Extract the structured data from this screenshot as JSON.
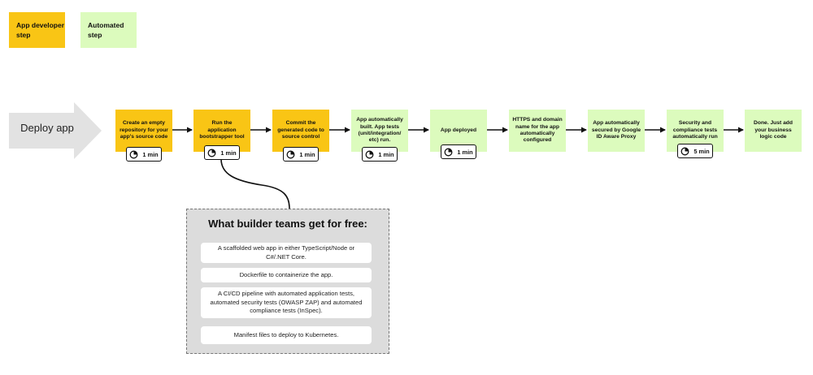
{
  "legend": [
    {
      "label": "App developer step",
      "lines": [
        "App developer",
        "step"
      ],
      "kind": "dev"
    },
    {
      "label": "Automated step",
      "lines": [
        "Automated",
        "step"
      ],
      "kind": "auto"
    }
  ],
  "start": {
    "label": "Deploy app"
  },
  "steps": [
    {
      "id": "s1",
      "kind": "dev",
      "text": "Create an empty repository for your app's source code",
      "duration": "1 min"
    },
    {
      "id": "s2",
      "kind": "dev",
      "text": "Run the application bootstrapper tool",
      "duration": "1 min"
    },
    {
      "id": "s3",
      "kind": "dev",
      "text": "Commit the generated code to source control",
      "duration": "1 min"
    },
    {
      "id": "s4",
      "kind": "auto",
      "text": "App automatically built. App tests (unit/integration/ etc) run.",
      "duration": "1 min"
    },
    {
      "id": "s5",
      "kind": "auto",
      "text": "App deployed",
      "duration": "1 min"
    },
    {
      "id": "s6",
      "kind": "auto",
      "text": "HTTPS and domain name for the app automatically configured",
      "duration": ""
    },
    {
      "id": "s7",
      "kind": "auto",
      "text": "App automatically secured by Google ID Aware Proxy",
      "duration": ""
    },
    {
      "id": "s8",
      "kind": "auto",
      "text": "Security and compliance tests automatically run",
      "duration": "5 min"
    },
    {
      "id": "s9",
      "kind": "auto",
      "text": "Done. Just add your business logic code",
      "duration": ""
    }
  ],
  "benefits": {
    "title": "What builder teams get for free:",
    "items": [
      "A scaffolded web app in either TypeScript/Node or C#/.NET Core.",
      "Dockerfile to containerize the app.",
      "A CI/CD pipeline with automated application tests, automated security tests (OWASP ZAP) and automated compliance tests (InSpec).",
      "Manifest files to deploy to Kubernetes."
    ]
  },
  "colors": {
    "dev": "#f9c515",
    "auto": "#dcfbbd",
    "start_arrow": "#e2e2e2",
    "panel": "#dcdcdc"
  }
}
